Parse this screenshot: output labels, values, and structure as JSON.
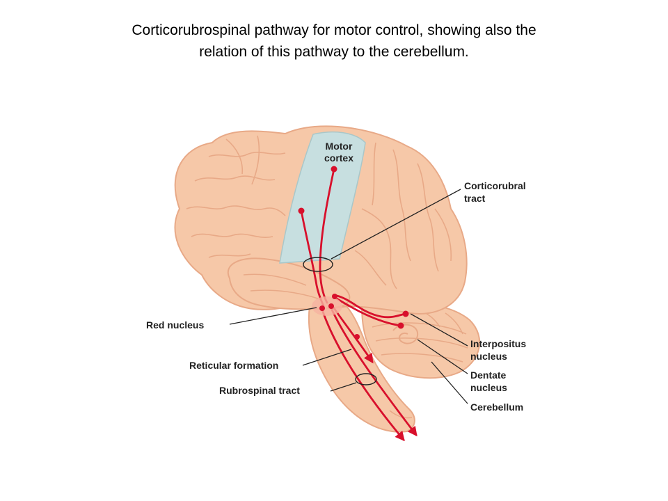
{
  "title": {
    "line1": "Corticorubrospinal pathway for motor control, showing also the",
    "line2": "relation of this pathway to the cerebellum."
  },
  "labels": {
    "motor_cortex_1": "Motor",
    "motor_cortex_2": "cortex",
    "corticorubral_1": "Corticorubral",
    "corticorubral_2": "tract",
    "red_nucleus": "Red nucleus",
    "reticular_formation": "Reticular formation",
    "rubrospinal_tract": "Rubrospinal tract",
    "interpositus_1": "Interpositus",
    "interpositus_2": "nucleus",
    "dentate_1": "Dentate",
    "dentate_2": "nucleus",
    "cerebellum": "Cerebellum"
  },
  "colors": {
    "brain_fill": "#f6c8a8",
    "brain_outline": "#e8a987",
    "motor_cortex_fill": "#c7dfe0",
    "pathway": "#d8102c",
    "leader_line": "#222222"
  }
}
